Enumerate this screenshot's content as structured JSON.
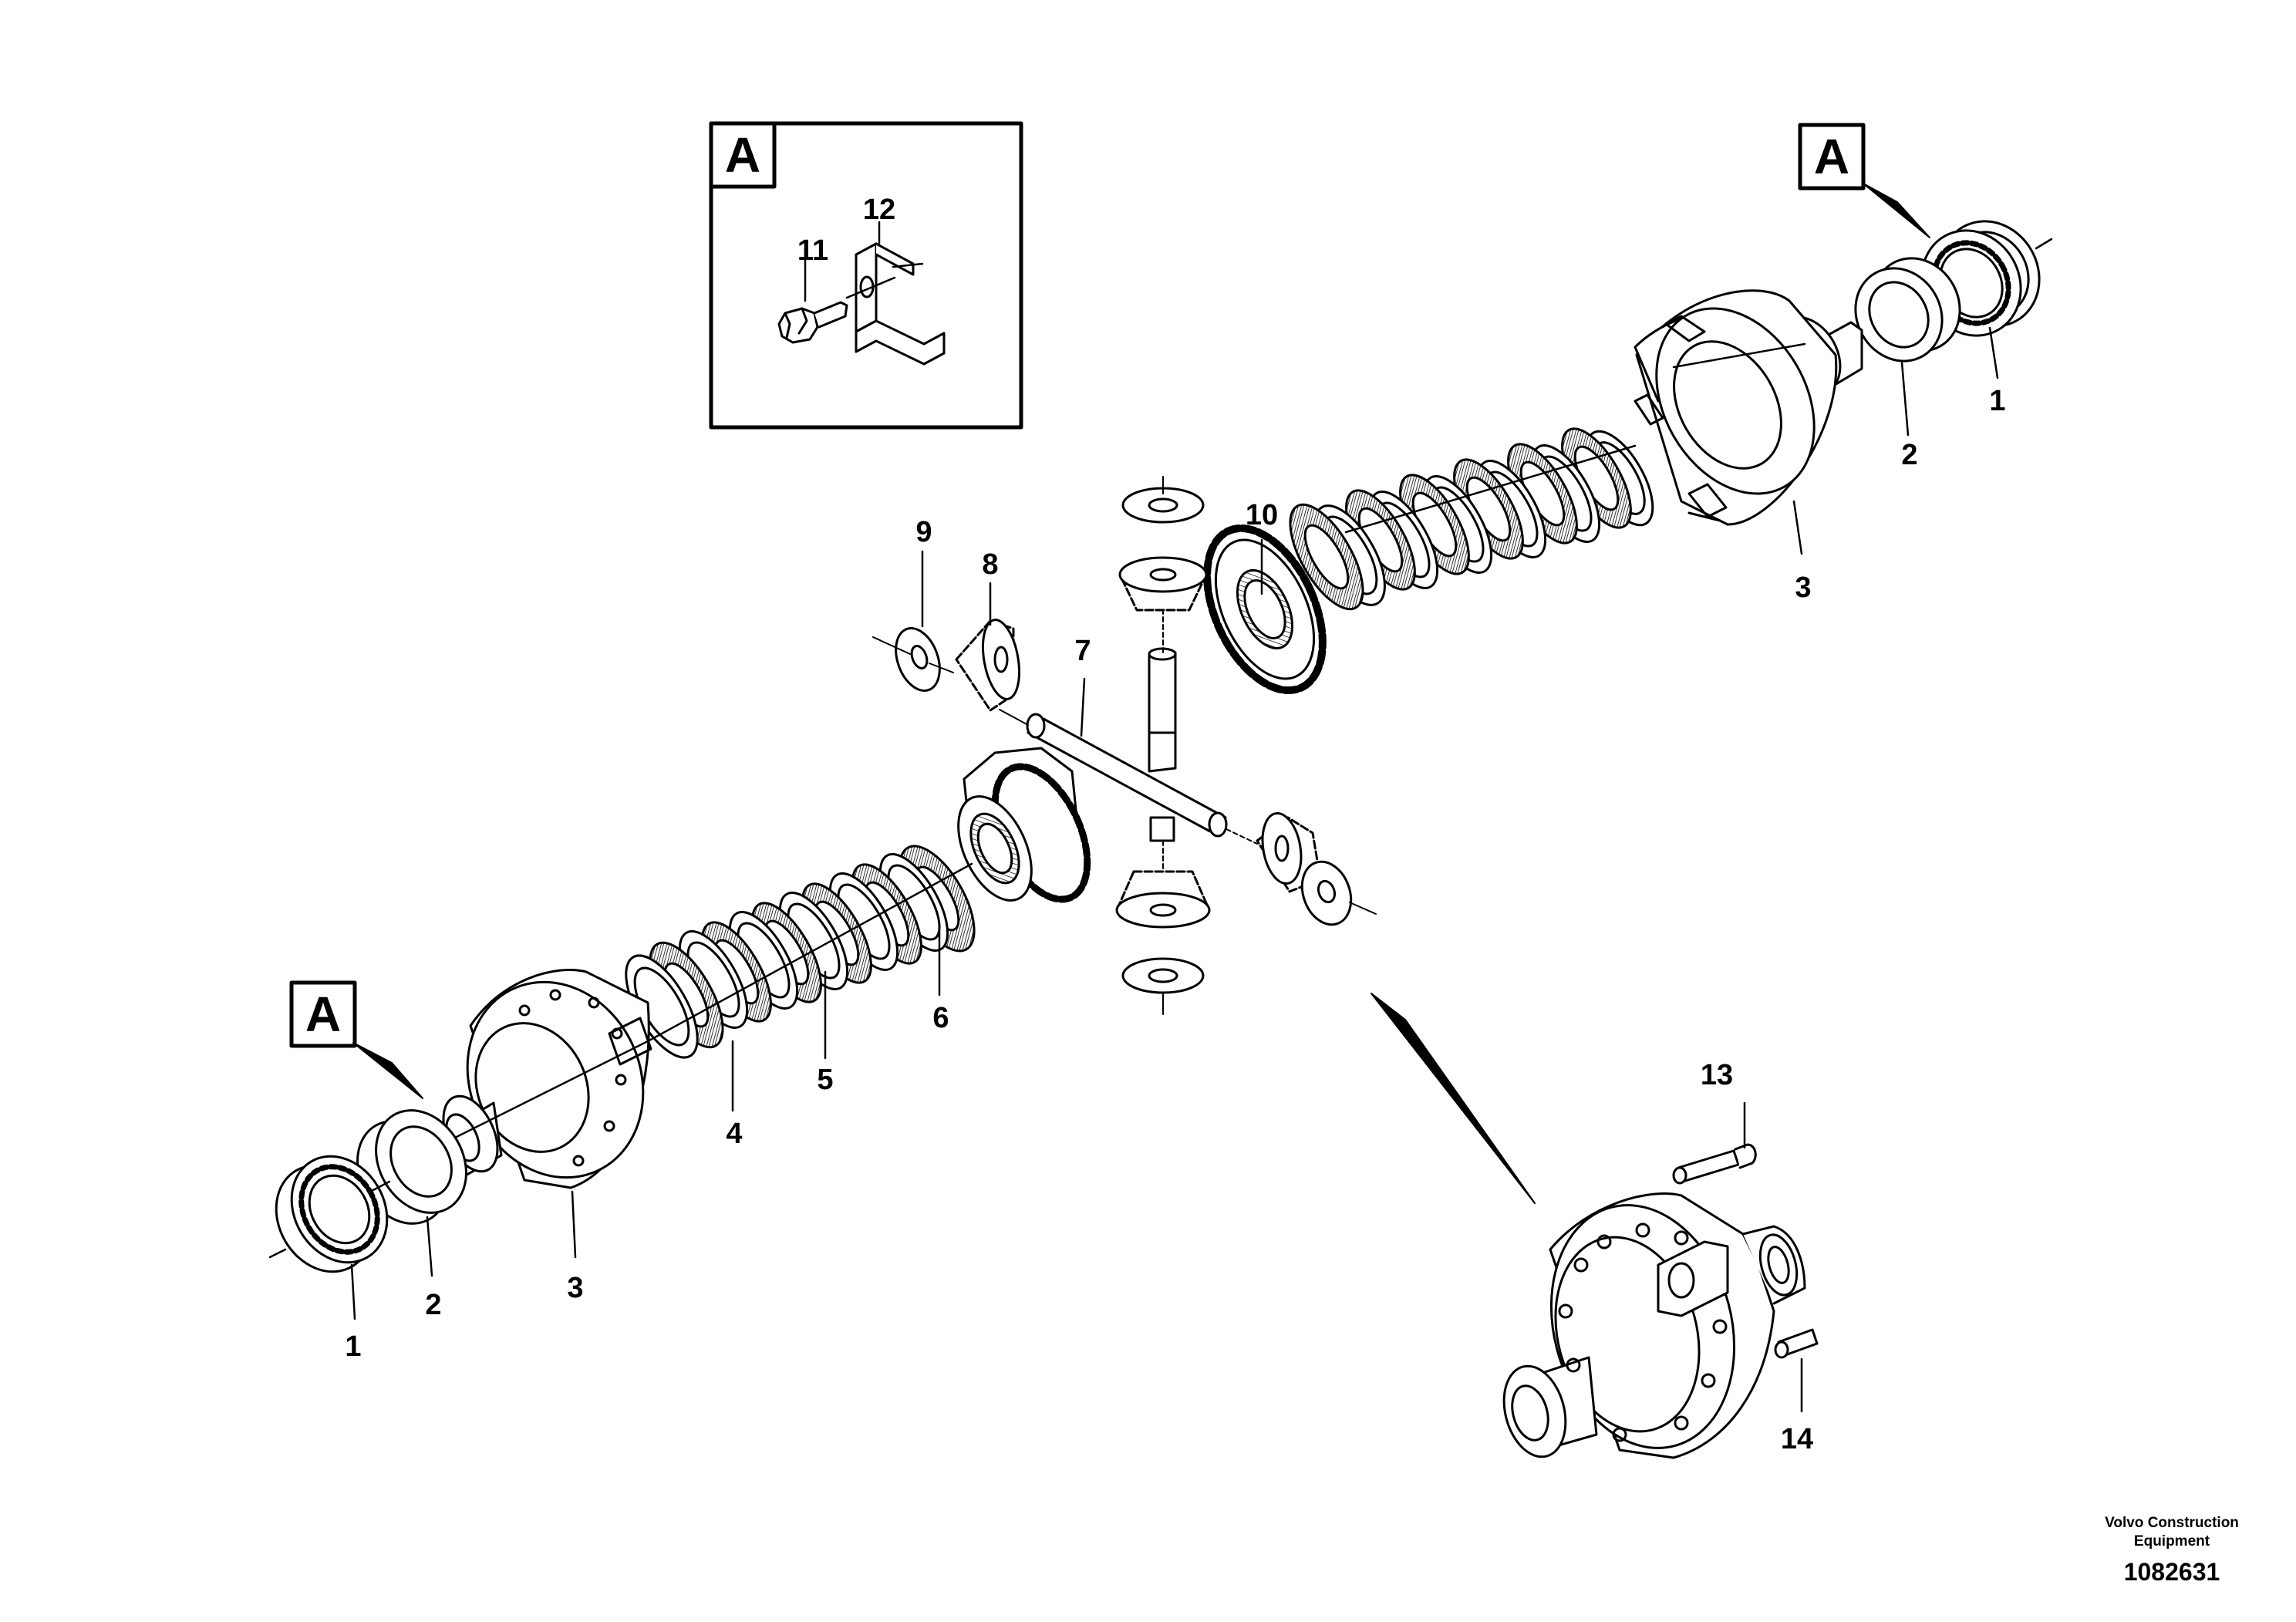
{
  "diagram": {
    "view_marker": "A",
    "part_callouts": [
      {
        "id": "callout-1-right",
        "label": "1"
      },
      {
        "id": "callout-2-right",
        "label": "2"
      },
      {
        "id": "callout-3-right",
        "label": "3"
      },
      {
        "id": "callout-1-left",
        "label": "1"
      },
      {
        "id": "callout-2-left",
        "label": "2"
      },
      {
        "id": "callout-3-left",
        "label": "3"
      },
      {
        "id": "callout-4",
        "label": "4"
      },
      {
        "id": "callout-5",
        "label": "5"
      },
      {
        "id": "callout-6",
        "label": "6"
      },
      {
        "id": "callout-7",
        "label": "7"
      },
      {
        "id": "callout-8",
        "label": "8"
      },
      {
        "id": "callout-9",
        "label": "9"
      },
      {
        "id": "callout-10",
        "label": "10"
      },
      {
        "id": "callout-11",
        "label": "11"
      },
      {
        "id": "callout-12",
        "label": "12"
      },
      {
        "id": "callout-13",
        "label": "13"
      },
      {
        "id": "callout-14",
        "label": "14"
      }
    ],
    "publisher_line1": "Volvo Construction",
    "publisher_line2": "Equipment",
    "drawing_number": "1082631"
  }
}
